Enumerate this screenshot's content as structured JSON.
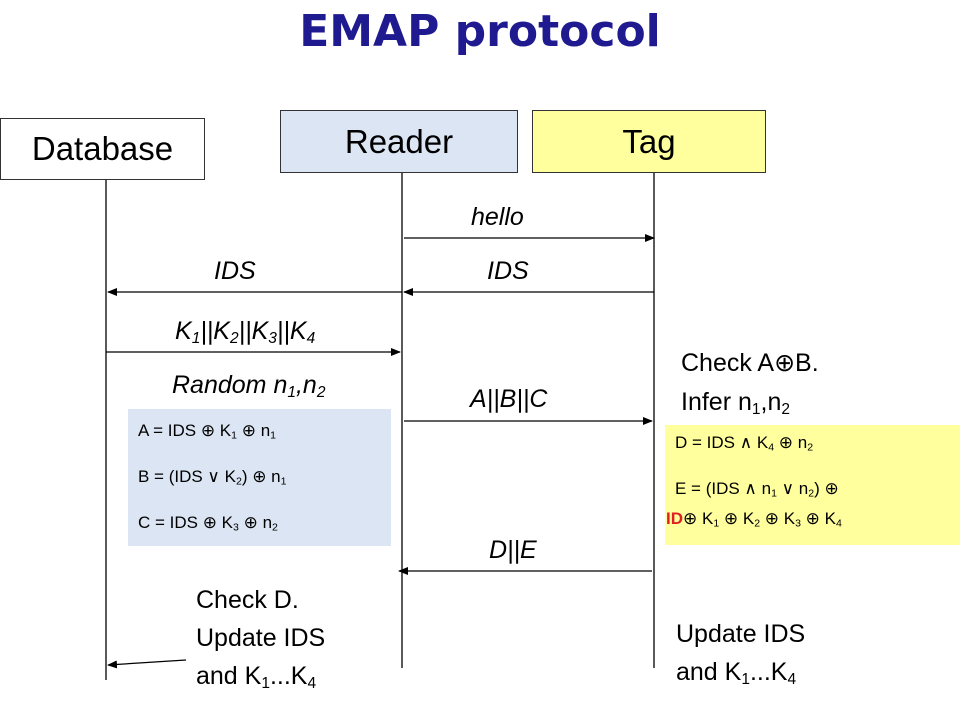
{
  "title": "EMAP protocol",
  "entities": {
    "database": "Database",
    "reader": "Reader",
    "tag": "Tag"
  },
  "messages": {
    "hello": "hello",
    "ids_reader_db": "IDS",
    "ids_tag_reader": "IDS",
    "abc": "A||B||C",
    "de": "D||E"
  },
  "reader_side": {
    "random_prefix": "Random n",
    "random_mid": ",n",
    "calc": {
      "a_text": "A = IDS ⊕ K",
      "a_tail": " ⊕ n",
      "b_text": "B = (IDS ∨ K",
      "b_tail": ") ⊕ n",
      "c_text": "C = IDS ⊕ K",
      "c_tail": " ⊕ n"
    }
  },
  "keys_prefix": "K",
  "keys_sep": "||K",
  "tag_side": {
    "check_ab": "Check A⊕B.",
    "infer_prefix": "Infer n",
    "infer_mid": ",n",
    "calc": {
      "d_text": "D = IDS ∧ K",
      "d_tail": " ⊕ n",
      "e_text": "E = (IDS ∧ n",
      "e_mid": " ∨ n",
      "e_tail": ") ⊕",
      "e2_id": "ID",
      "e2_k": "⊕ K",
      "e2_sep": " ⊕ K"
    },
    "update1": "Update IDS",
    "update2_prefix": "and K",
    "update2_mid": "...K"
  },
  "database_side": {
    "check_d": "Check D.",
    "update1": "Update IDS",
    "update2_prefix": "and K",
    "update2_mid": "...K"
  },
  "sub": {
    "one": "1",
    "two": "2",
    "three": "3",
    "four": "4"
  }
}
